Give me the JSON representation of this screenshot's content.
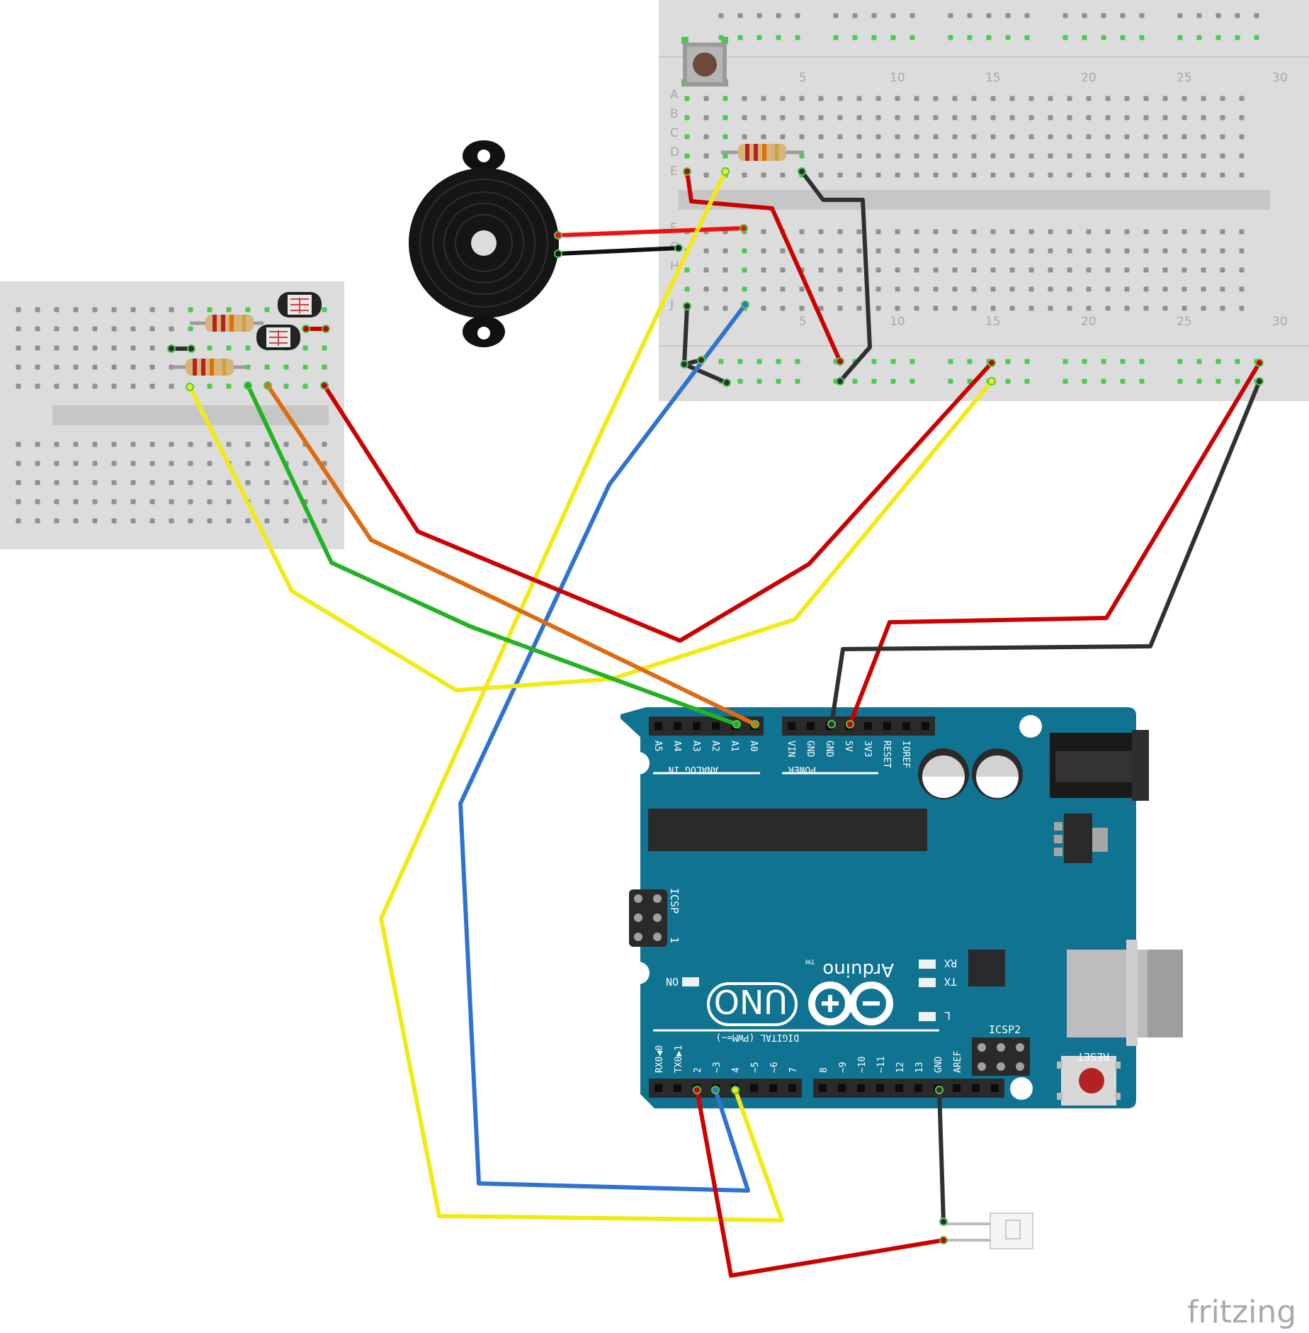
{
  "watermark": "fritzing",
  "breadboard": {
    "row_letters": [
      "A",
      "B",
      "C",
      "D",
      "E",
      "F",
      "G",
      "H",
      "I",
      "J"
    ],
    "column_numbers": [
      "5",
      "10",
      "15",
      "20",
      "25",
      "30"
    ]
  },
  "arduino": {
    "brand": "Arduino",
    "trademark": "TM",
    "model": "UNO",
    "analog_header_title": "ANALOG IN",
    "analog_pins": [
      "A5",
      "A4",
      "A3",
      "A2",
      "A1",
      "A0"
    ],
    "power_header_title": "POWER",
    "power_pins": [
      "VIN",
      "GND",
      "GND",
      "5V",
      "3V3",
      "RESET",
      "IOREF"
    ],
    "digital_header_title": "DIGITAL (PWM=~)",
    "digital_pins_low": [
      "RX0◀0",
      "TX0▶1",
      "2",
      "~3",
      "4",
      "~5",
      "~6",
      "7"
    ],
    "digital_pins_high": [
      "8",
      "~9",
      "~10",
      "~11",
      "12",
      "13",
      "GND",
      "AREF"
    ],
    "icsp_label": "ICSP",
    "icsp_pin1": "1",
    "icsp2_label": "ICSP2",
    "led_labels": {
      "rx": "RX",
      "tx": "TX",
      "l": "L",
      "on": "ON"
    },
    "reset_label": "RESET"
  },
  "colors": {
    "board": "#0f7391",
    "breadboard": "#dcdcdc",
    "red": "#cc0000",
    "yellow": "#f2ea14",
    "blue": "#2f73d1",
    "green": "#22b322",
    "orange": "#dd6b10",
    "black": "#303030"
  },
  "components": [
    "breadboard-main",
    "breadboard-small",
    "arduino-uno",
    "piezo-buzzer",
    "push-button",
    "photoresistor-1",
    "photoresistor-2",
    "resistor-1",
    "resistor-2",
    "resistor-3",
    "led-connector"
  ]
}
